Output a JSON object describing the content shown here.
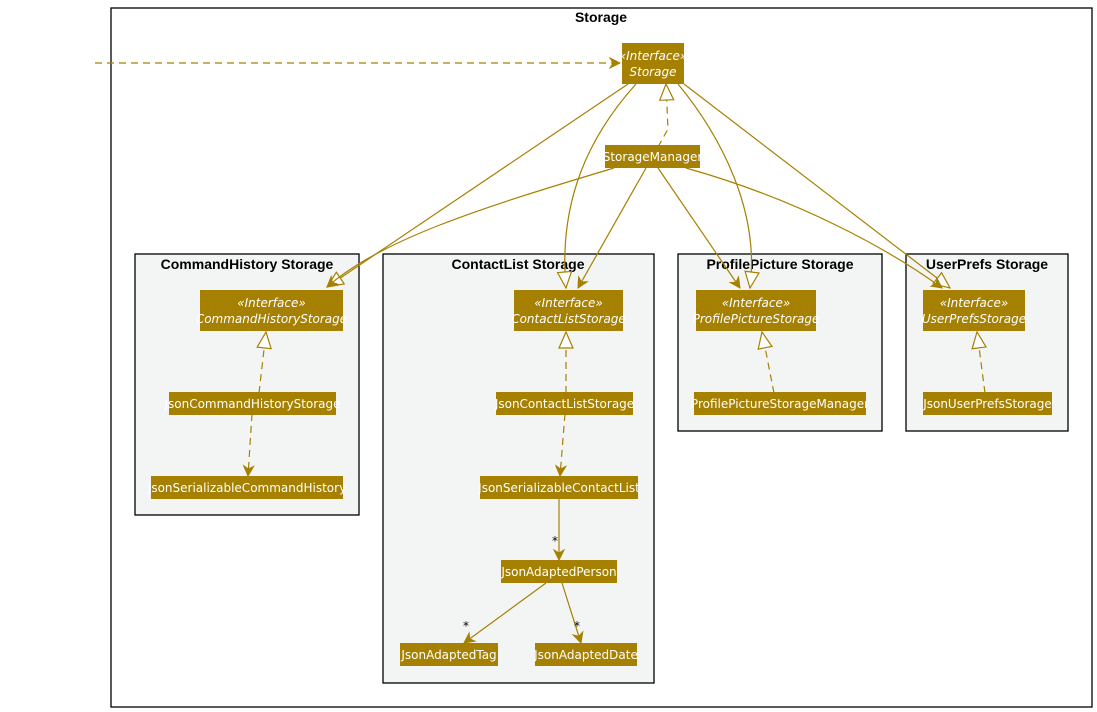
{
  "colors": {
    "accent": "#A68000",
    "package_fill": "#F3F5F4",
    "border": "#000000"
  },
  "storage_package": {
    "title": "Storage"
  },
  "packages": {
    "command_history": {
      "title": "CommandHistory Storage"
    },
    "contact_list": {
      "title": "ContactList Storage"
    },
    "profile_picture": {
      "title": "ProfilePicture Storage"
    },
    "user_prefs": {
      "title": "UserPrefs Storage"
    }
  },
  "stereotype": "«Interface»",
  "classes": {
    "storage": {
      "name": "Storage"
    },
    "storage_manager": {
      "name": "StorageManager"
    },
    "command_history_storage": {
      "name": "CommandHistoryStorage"
    },
    "json_command_history_storage": {
      "name": "JsonCommandHistoryStorage"
    },
    "json_serializable_command_history": {
      "name": "JsonSerializableCommandHistory"
    },
    "contact_list_storage": {
      "name": "ContactListStorage"
    },
    "json_contact_list_storage": {
      "name": "JsonContactListStorage"
    },
    "json_serializable_contact_list": {
      "name": "JsonSerializableContactList"
    },
    "json_adapted_person": {
      "name": "JsonAdaptedPerson"
    },
    "json_adapted_tag": {
      "name": "JsonAdaptedTag"
    },
    "json_adapted_date": {
      "name": "JsonAdaptedDate"
    },
    "profile_picture_storage": {
      "name": "ProfilePictureStorage"
    },
    "profile_picture_storage_manager": {
      "name": "ProfilePictureStorageManager"
    },
    "user_prefs_storage": {
      "name": "UserPrefsStorage"
    },
    "json_user_prefs_storage": {
      "name": "JsonUserPrefsStorage"
    }
  },
  "multiplicities": {
    "person": "*",
    "tag": "*",
    "date": "*"
  }
}
